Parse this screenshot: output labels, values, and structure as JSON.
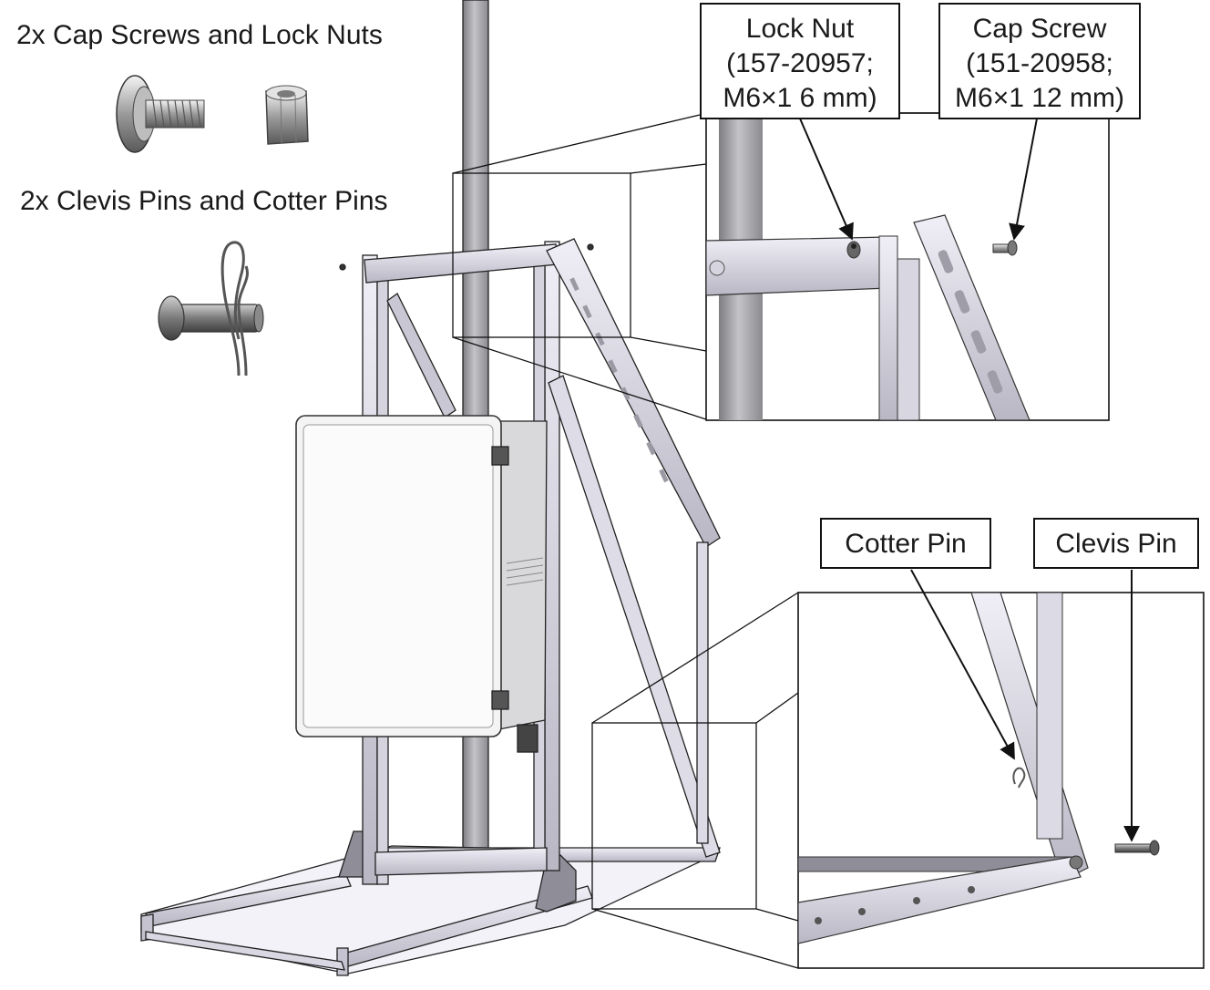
{
  "headings": {
    "cap_screws_lock_nuts": "2x Cap Screws and Lock Nuts",
    "clevis_cotter_pins": "2x Clevis Pins and Cotter Pins"
  },
  "callouts": {
    "lock_nut": {
      "title": "Lock Nut",
      "line2": "(157-20957;",
      "line3": "M6×1 6 mm)"
    },
    "cap_screw": {
      "title": "Cap Screw",
      "line2": "(151-20958;",
      "line3": "M6×1 12 mm)"
    },
    "cotter_pin": {
      "title": "Cotter Pin"
    },
    "clevis_pin": {
      "title": "Clevis Pin"
    }
  },
  "colors": {
    "line": "#111111",
    "metal_light": "#e6e4ee",
    "metal_mid": "#c9c7d3",
    "metal_dark": "#8f8e98",
    "mast": "#a9a9ad",
    "enclosure": "#f2f2f2"
  },
  "icons": [
    "cap-screw-icon",
    "lock-nut-icon",
    "clevis-pin-icon",
    "cotter-pin-icon"
  ]
}
